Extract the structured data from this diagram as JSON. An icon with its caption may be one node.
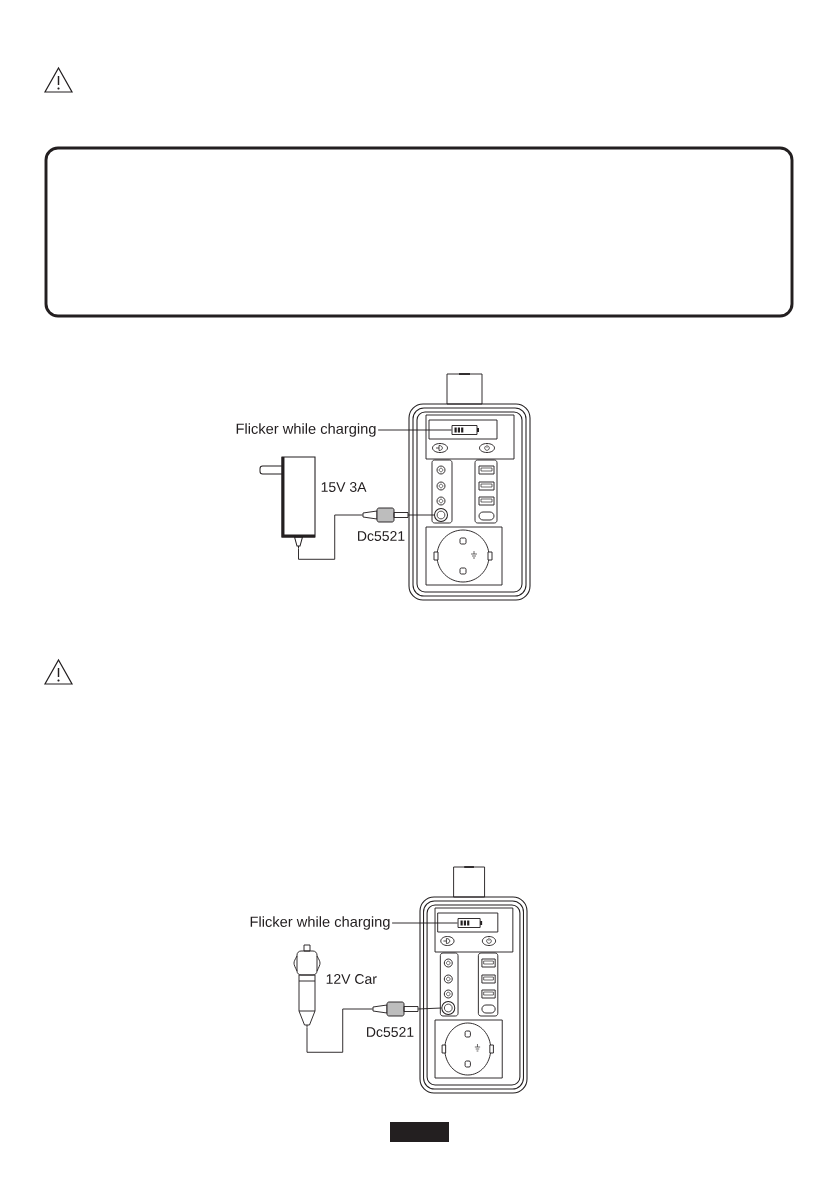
{
  "diagram": {
    "nodes": [
      {
        "text": [],
        "shape": "picture"
      },
      {
        "text": [],
        "shape": "picture",
        "in": 0
      },
      {
        "text": [],
        "shape": "circle",
        "in": 0
      },
      {
        "text": [
          "Flicker while charging"
        ]
      },
      {
        "text": [],
        "shape": "box",
        "beside": [
          "15V 3A"
        ]
      },
      {
        "text": [],
        "shape": "picture",
        "beside": [
          "Dc5521"
        ]
      },
      {
        "text": [],
        "shape": "picture"
      },
      {
        "text": [],
        "shape": "picture",
        "in": 6
      },
      {
        "text": [],
        "shape": "circle",
        "in": 6
      },
      {
        "text": [
          "Flicker while charging"
        ]
      },
      {
        "text": [],
        "shape": "picture",
        "beside": [
          "12V Car"
        ]
      },
      {
        "text": [],
        "shape": "picture",
        "beside": [
          "Dc5521"
        ]
      }
    ],
    "edges": [
      {
        "from": 3,
        "to": 1,
        "arrow": "none"
      },
      {
        "from": 4,
        "to": 5,
        "arrow": "none"
      },
      {
        "from": 5,
        "to": 2,
        "arrow": "none"
      },
      {
        "from": 9,
        "to": 7,
        "arrow": "none"
      },
      {
        "from": 10,
        "to": 11,
        "arrow": "none"
      },
      {
        "from": 11,
        "to": 8,
        "arrow": "none"
      }
    ]
  }
}
